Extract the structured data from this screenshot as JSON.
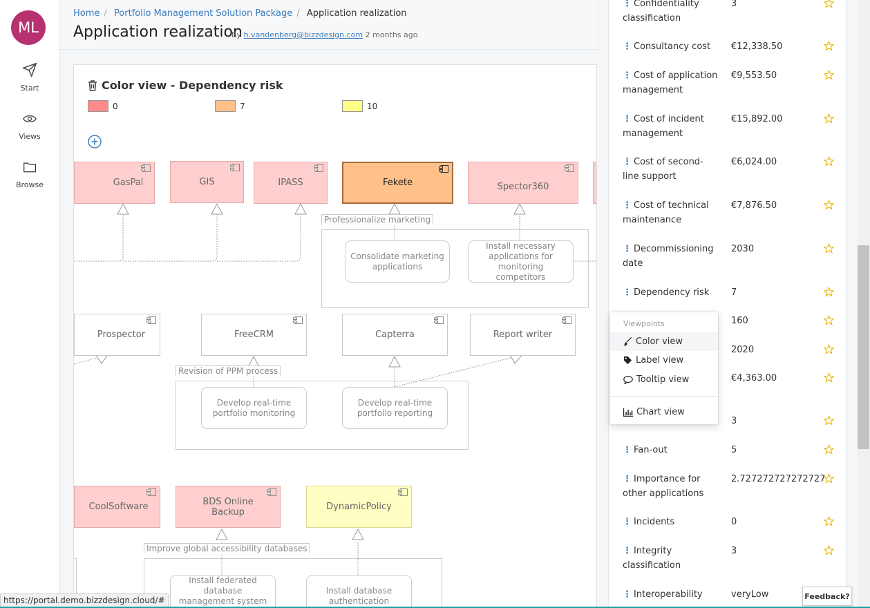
{
  "nav": {
    "avatar_initials": "ML",
    "items": [
      {
        "label": "Start",
        "icon": "send-icon"
      },
      {
        "label": "Views",
        "icon": "eye-icon"
      },
      {
        "label": "Browse",
        "icon": "folder-icon"
      }
    ]
  },
  "header": {
    "breadcrumb": [
      "Home",
      "Portfolio Management Solution Package",
      "Application realization"
    ],
    "title": "Application realization",
    "byline_prefix": "By",
    "author": "h.vandenberg@bizzdesign.com",
    "time": "2 months ago"
  },
  "view": {
    "title": "Color view - Dependency risk",
    "legend": [
      {
        "label": "0",
        "color": "#ff8a8a"
      },
      {
        "label": "7",
        "color": "#ffc08a"
      },
      {
        "label": "10",
        "color": "#ffff88"
      }
    ],
    "nodes": {
      "gaspal": "GasPal",
      "gis": "GIS",
      "ipass": "IPASS",
      "fekete": "Fekete",
      "spector360": "Spector360",
      "prospector": "Prospector",
      "freecrm": "FreeCRM",
      "capterra": "Capterra",
      "report_writer": "Report writer",
      "coolsoftware": "CoolSoftware",
      "bds_online_backup": "BDS Online Backup",
      "dynamicpolicy": "DynamicPolicy"
    },
    "groups": {
      "professionalize_marketing": "Professionalize marketing",
      "revision_ppm": "Revision of PPM process",
      "improve_global": "Improve global accessibility databases"
    },
    "tasks": {
      "consolidate": "Consolidate marketing applications",
      "install_necessary": "Install necessary applications for monitoring competitors",
      "develop_monitoring": "Develop real-time portfolio monitoring",
      "develop_reporting": "Develop real-time portfolio reporting",
      "install_federated": "Install federated database management system (EDMS)",
      "install_auth": "Install database authentication"
    }
  },
  "properties": [
    {
      "name": "Confidentiality classification",
      "value": "3"
    },
    {
      "name": "Consultancy cost",
      "value": "€12,338.50"
    },
    {
      "name": "Cost of application management",
      "value": "€9,553.50"
    },
    {
      "name": "Cost of incident management",
      "value": "€15,892.00"
    },
    {
      "name": "Cost of second-line support",
      "value": "€6,024.00"
    },
    {
      "name": "Cost of technical maintenance",
      "value": "€7,876.50"
    },
    {
      "name": "Decommissioning date",
      "value": "2030"
    },
    {
      "name": "Dependency risk",
      "value": "7"
    },
    {
      "name": "",
      "value": "160"
    },
    {
      "name": "",
      "value": "2020"
    },
    {
      "name": "",
      "value": "€4,363.00"
    },
    {
      "name": "",
      "value": "3"
    },
    {
      "name": "Fan-out",
      "value": "5"
    },
    {
      "name": "Importance for other applications",
      "value": "2.727272727272727"
    },
    {
      "name": "Incidents",
      "value": "0"
    },
    {
      "name": "Integrity classification",
      "value": "3"
    },
    {
      "name": "Interoperability",
      "value": "veryLow"
    }
  ],
  "viewpoints_menu": {
    "header": "Viewpoints",
    "items": [
      {
        "label": "Color view",
        "icon": "brush-icon"
      },
      {
        "label": "Label view",
        "icon": "tag-icon"
      },
      {
        "label": "Tooltip view",
        "icon": "comment-icon"
      },
      {
        "label": "Chart view",
        "icon": "bar-chart-icon"
      }
    ]
  },
  "status_url": "https://portal.demo.bizzdesign.cloud/#",
  "feedback_label": "Feedback?"
}
